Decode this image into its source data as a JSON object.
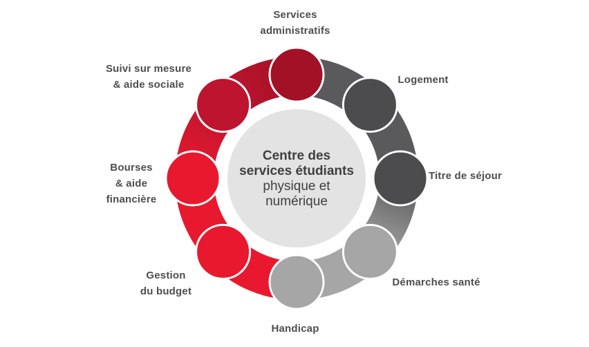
{
  "diagram": {
    "background_color": "#ffffff",
    "label_color": "#4d4d4d",
    "center": {
      "circle_color": "#e3e3e3",
      "text_color": "#3f3f3f",
      "lines": {
        "bold_1": "Centre des",
        "bold_2": "services étudiants",
        "regular_1": "physique et",
        "regular_2": "numérique"
      }
    },
    "nodes": [
      {
        "id": "services-administratifs",
        "color": "#a31127",
        "label_lines": [
          "Services",
          "administratifs"
        ]
      },
      {
        "id": "logement",
        "color": "#4c4c4e",
        "label_lines": [
          "Logement"
        ]
      },
      {
        "id": "titre-de-sejour",
        "color": "#4c4c4e",
        "label_lines": [
          "Titre de séjour"
        ]
      },
      {
        "id": "demarches-sante",
        "color": "#a6a6a6",
        "label_lines": [
          "Démarches santé"
        ]
      },
      {
        "id": "handicap",
        "color": "#a6a6a6",
        "label_lines": [
          "Handicap"
        ]
      },
      {
        "id": "gestion-du-budget",
        "color": "#e8192e",
        "label_lines": [
          "Gestion",
          "du budget"
        ]
      },
      {
        "id": "bourses-aide-financiere",
        "color": "#e8192e",
        "label_lines": [
          "Bourses",
          "& aide",
          "financière"
        ]
      },
      {
        "id": "suivi-sur-mesure-aide-sociale",
        "color": "#bd152f",
        "label_lines": [
          "Suivi sur mesure",
          "& aide sociale"
        ]
      }
    ],
    "ring": {
      "segments": [
        {
          "from": "services-administratifs",
          "to": "logement",
          "color": "#5a5a5c"
        },
        {
          "from": "logement",
          "to": "titre-de-sejour",
          "color": "#5a5a5c"
        },
        {
          "from": "titre-de-sejour",
          "to": "demarches-sante",
          "color_start": "#5a5a5c",
          "color_end": "#a6a6a6"
        },
        {
          "from": "demarches-sante",
          "to": "handicap",
          "color": "#a6a6a6"
        },
        {
          "from": "handicap",
          "to": "gestion-du-budget",
          "color": "#e8192e"
        },
        {
          "from": "gestion-du-budget",
          "to": "bourses-aide-financiere",
          "color": "#e8192e"
        },
        {
          "from": "bourses-aide-financiere",
          "to": "suivi-sur-mesure-aide-sociale",
          "color_start": "#e8192e",
          "color_end": "#bd152f"
        },
        {
          "from": "suivi-sur-mesure-aide-sociale",
          "to": "services-administratifs",
          "color_start": "#bd152f",
          "color_end": "#a41127"
        }
      ]
    }
  }
}
